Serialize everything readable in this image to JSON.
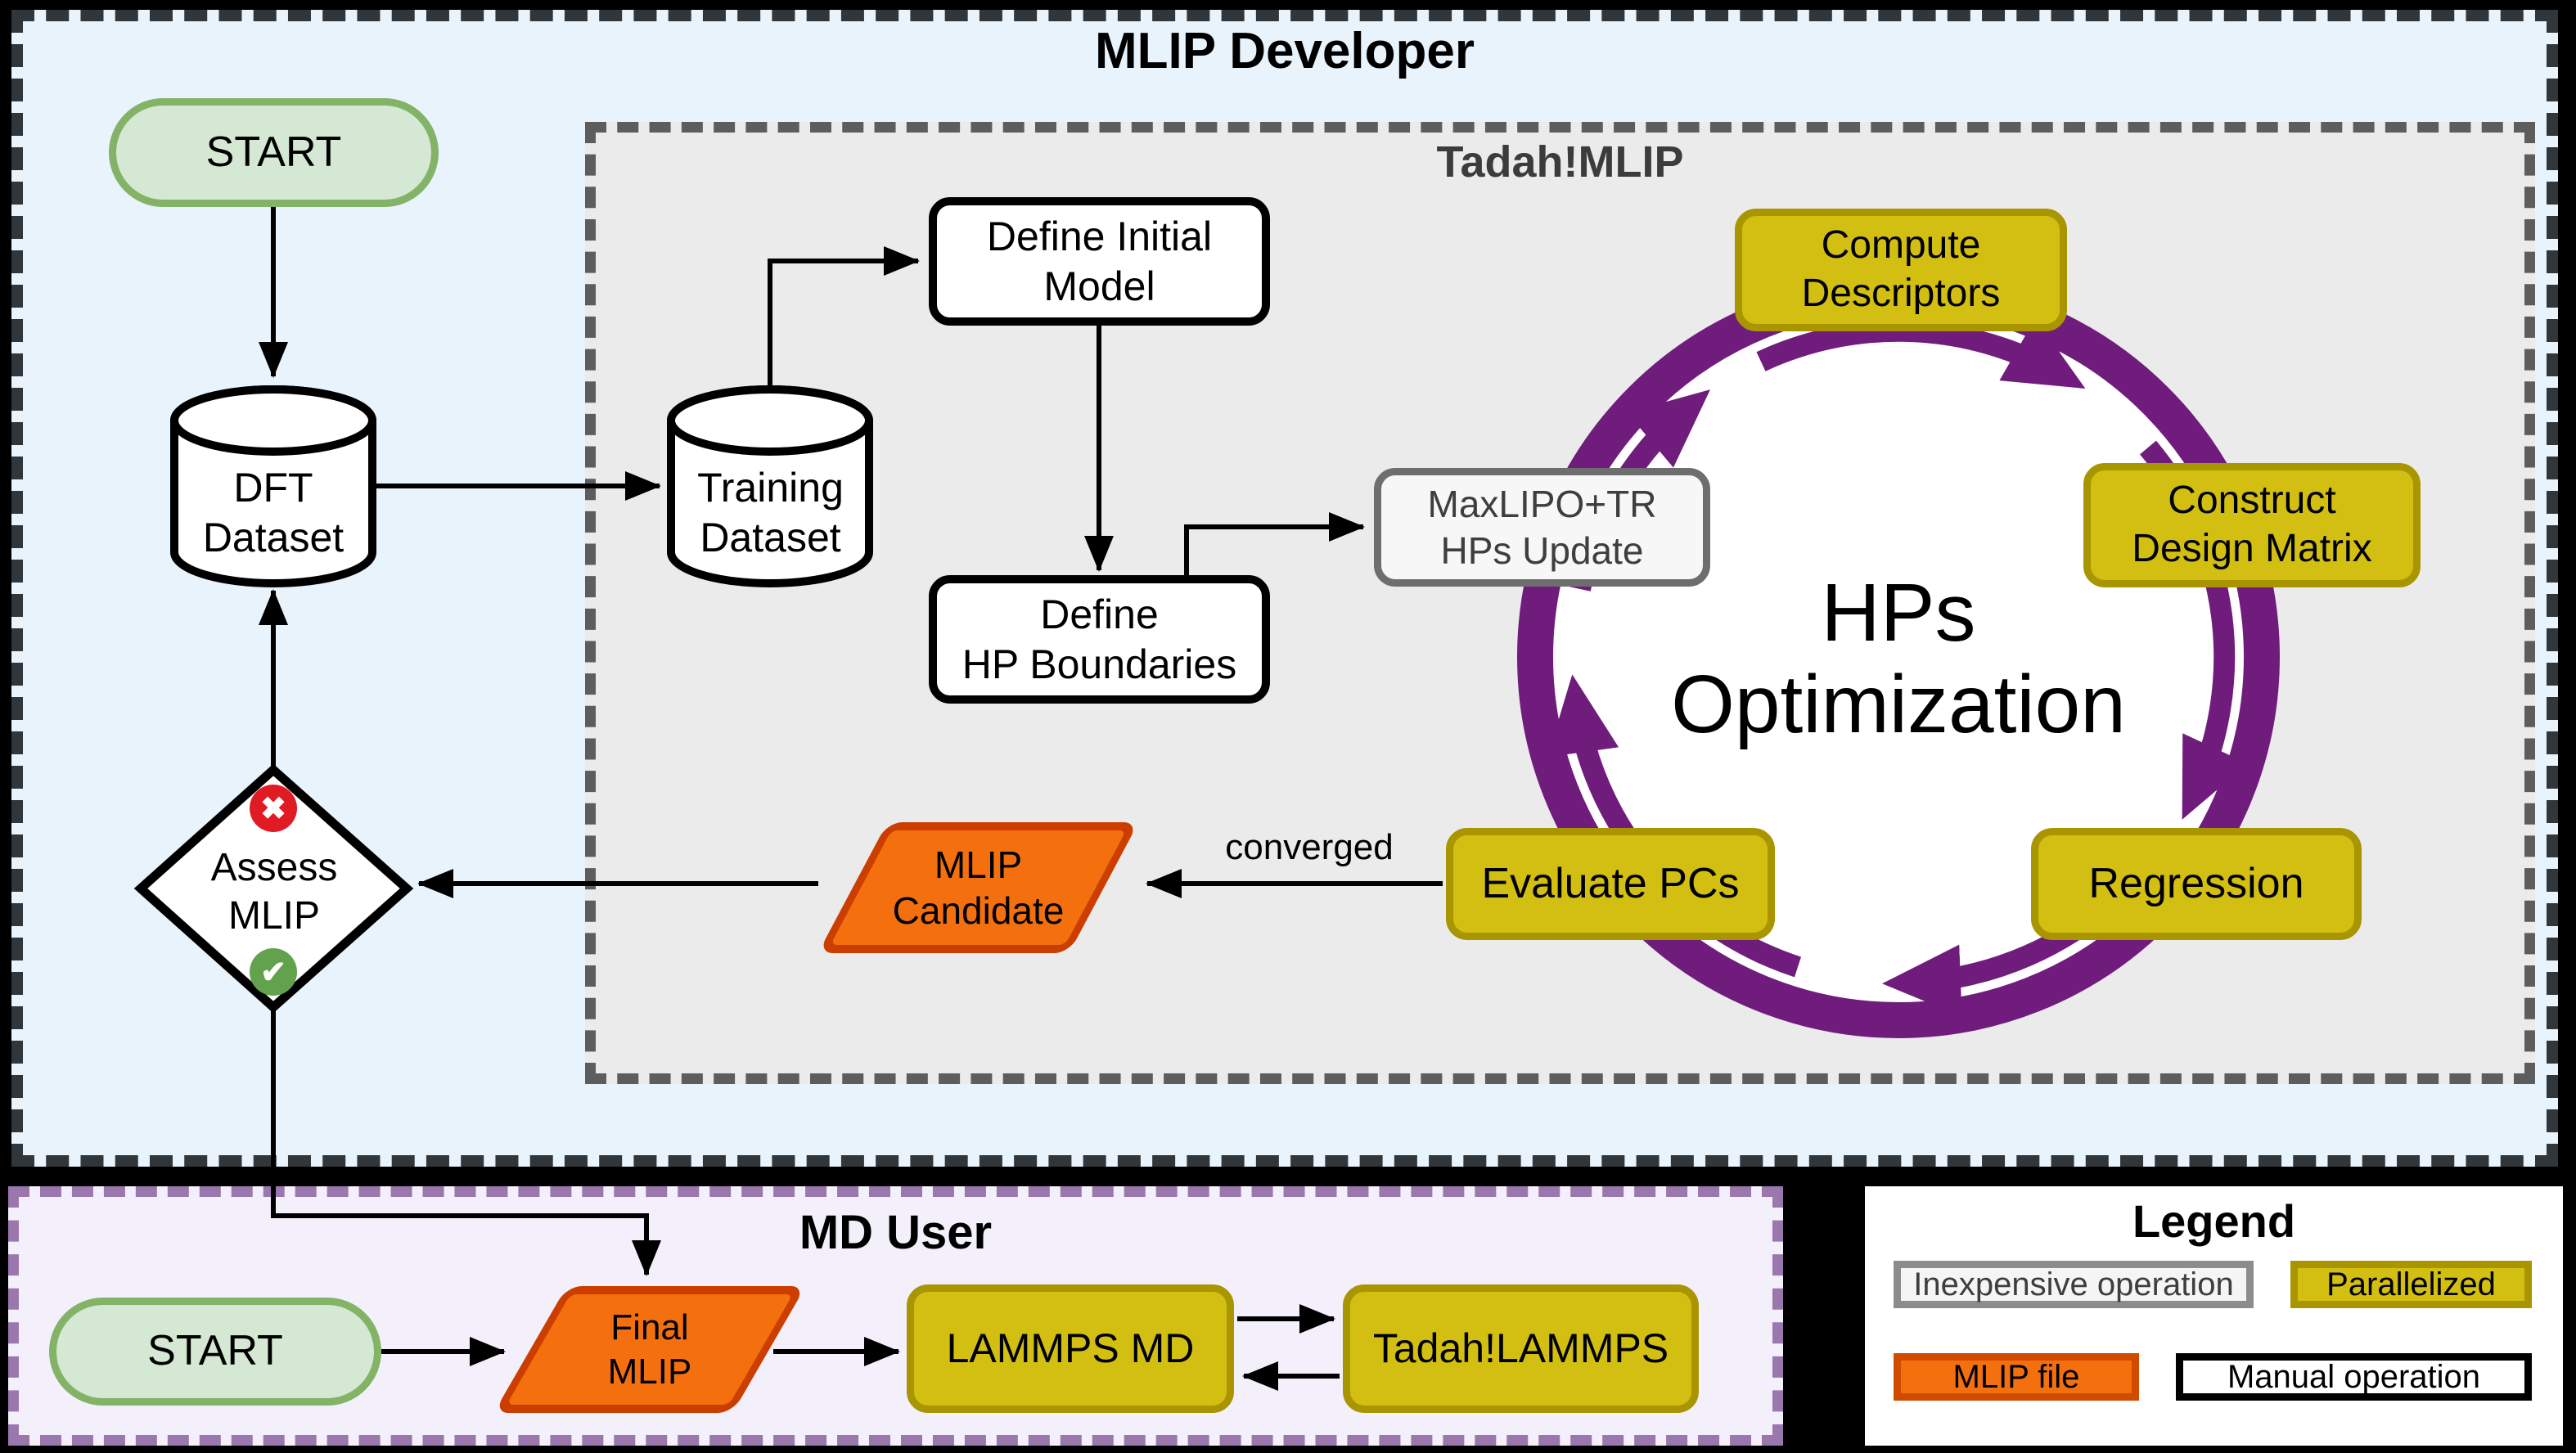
{
  "colors": {
    "page_background": "#000000",
    "developer_region_fill": "#e8f3fc",
    "developer_region_border": "#31363a",
    "tadah_region_fill": "#ebebeb",
    "tadah_region_border": "#5d5d5d",
    "md_region_fill": "#f4f0fb",
    "md_region_border": "#9a78ae",
    "start_fill": "#d5e8d4",
    "start_border": "#82b366",
    "yellow_fill": "#d2bf11",
    "yellow_border": "#a99500",
    "orange_fill": "#f4700e",
    "orange_border": "#cc3e00",
    "purple_ring": "#701c7d",
    "inexpensive_fill": "#f7f7f7",
    "inexpensive_border": "#6e6e6e",
    "reject_red": "#e01b24",
    "approve_green": "#63a24c"
  },
  "developer": {
    "title": "MLIP Developer",
    "start_label": "START",
    "dft_dataset": "DFT\nDataset",
    "assess": "Assess\nMLIP",
    "reject_glyph": "✖",
    "approve_glyph": "✔",
    "tadah": {
      "title": "Tadah!MLIP",
      "training_dataset": "Training\nDataset",
      "define_initial_model": "Define Initial\nModel",
      "define_hp_boundaries": "Define\nHP Boundaries",
      "maxlipo_update": "MaxLIPO+TR\nHPs Update",
      "hps_optimization": "HPs\nOptimization",
      "compute_descriptors": "Compute\nDescriptors",
      "construct_design_matrix": "Construct\nDesign Matrix",
      "regression": "Regression",
      "evaluate_pcs": "Evaluate PCs",
      "converged_label": "converged",
      "mlip_candidate": "MLIP\nCandidate"
    }
  },
  "md_user": {
    "title": "MD User",
    "start_label": "START",
    "final_mlip": "Final\nMLIP",
    "lammps_md": "LAMMPS MD",
    "tadah_lammps": "Tadah!LAMMPS"
  },
  "legend": {
    "title": "Legend",
    "items": [
      {
        "label": "Inexpensive operation",
        "style": "inexpensive"
      },
      {
        "label": "Parallelized",
        "style": "parallelized"
      },
      {
        "label": "MLIP file",
        "style": "mlip-file"
      },
      {
        "label": "Manual operation",
        "style": "manual"
      }
    ]
  }
}
